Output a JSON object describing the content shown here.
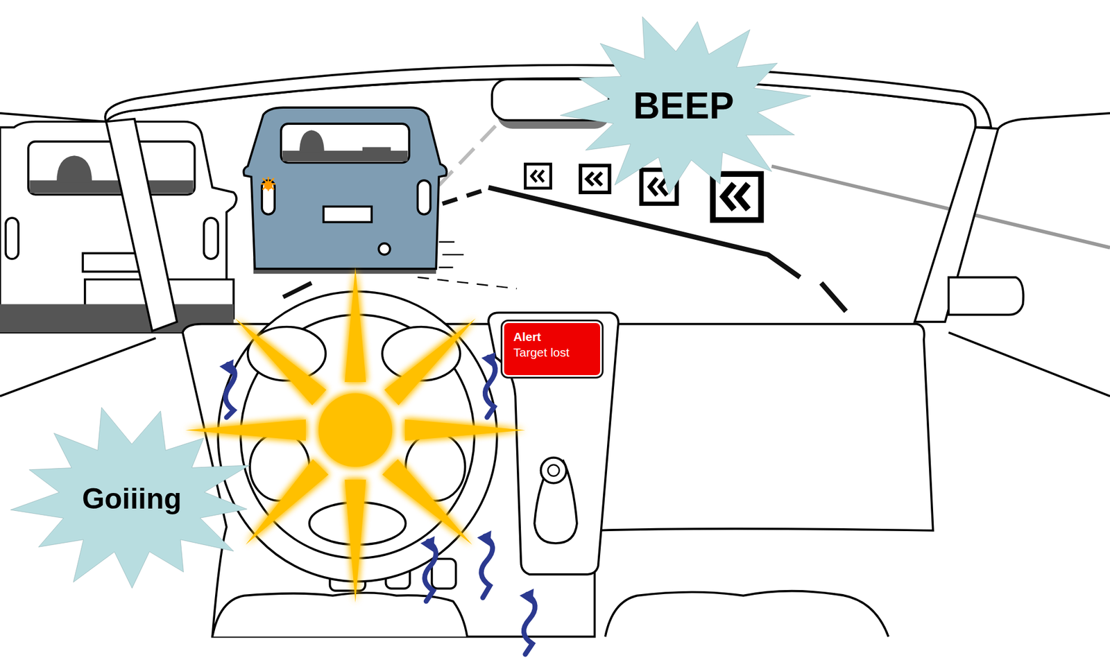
{
  "diagram": {
    "nodes": [
      {
        "text": [
          "BEEP"
        ]
      },
      {
        "text": [
          "Alert",
          "Target lost"
        ]
      },
      {
        "text": [
          "Goiiing"
        ]
      }
    ]
  }
}
